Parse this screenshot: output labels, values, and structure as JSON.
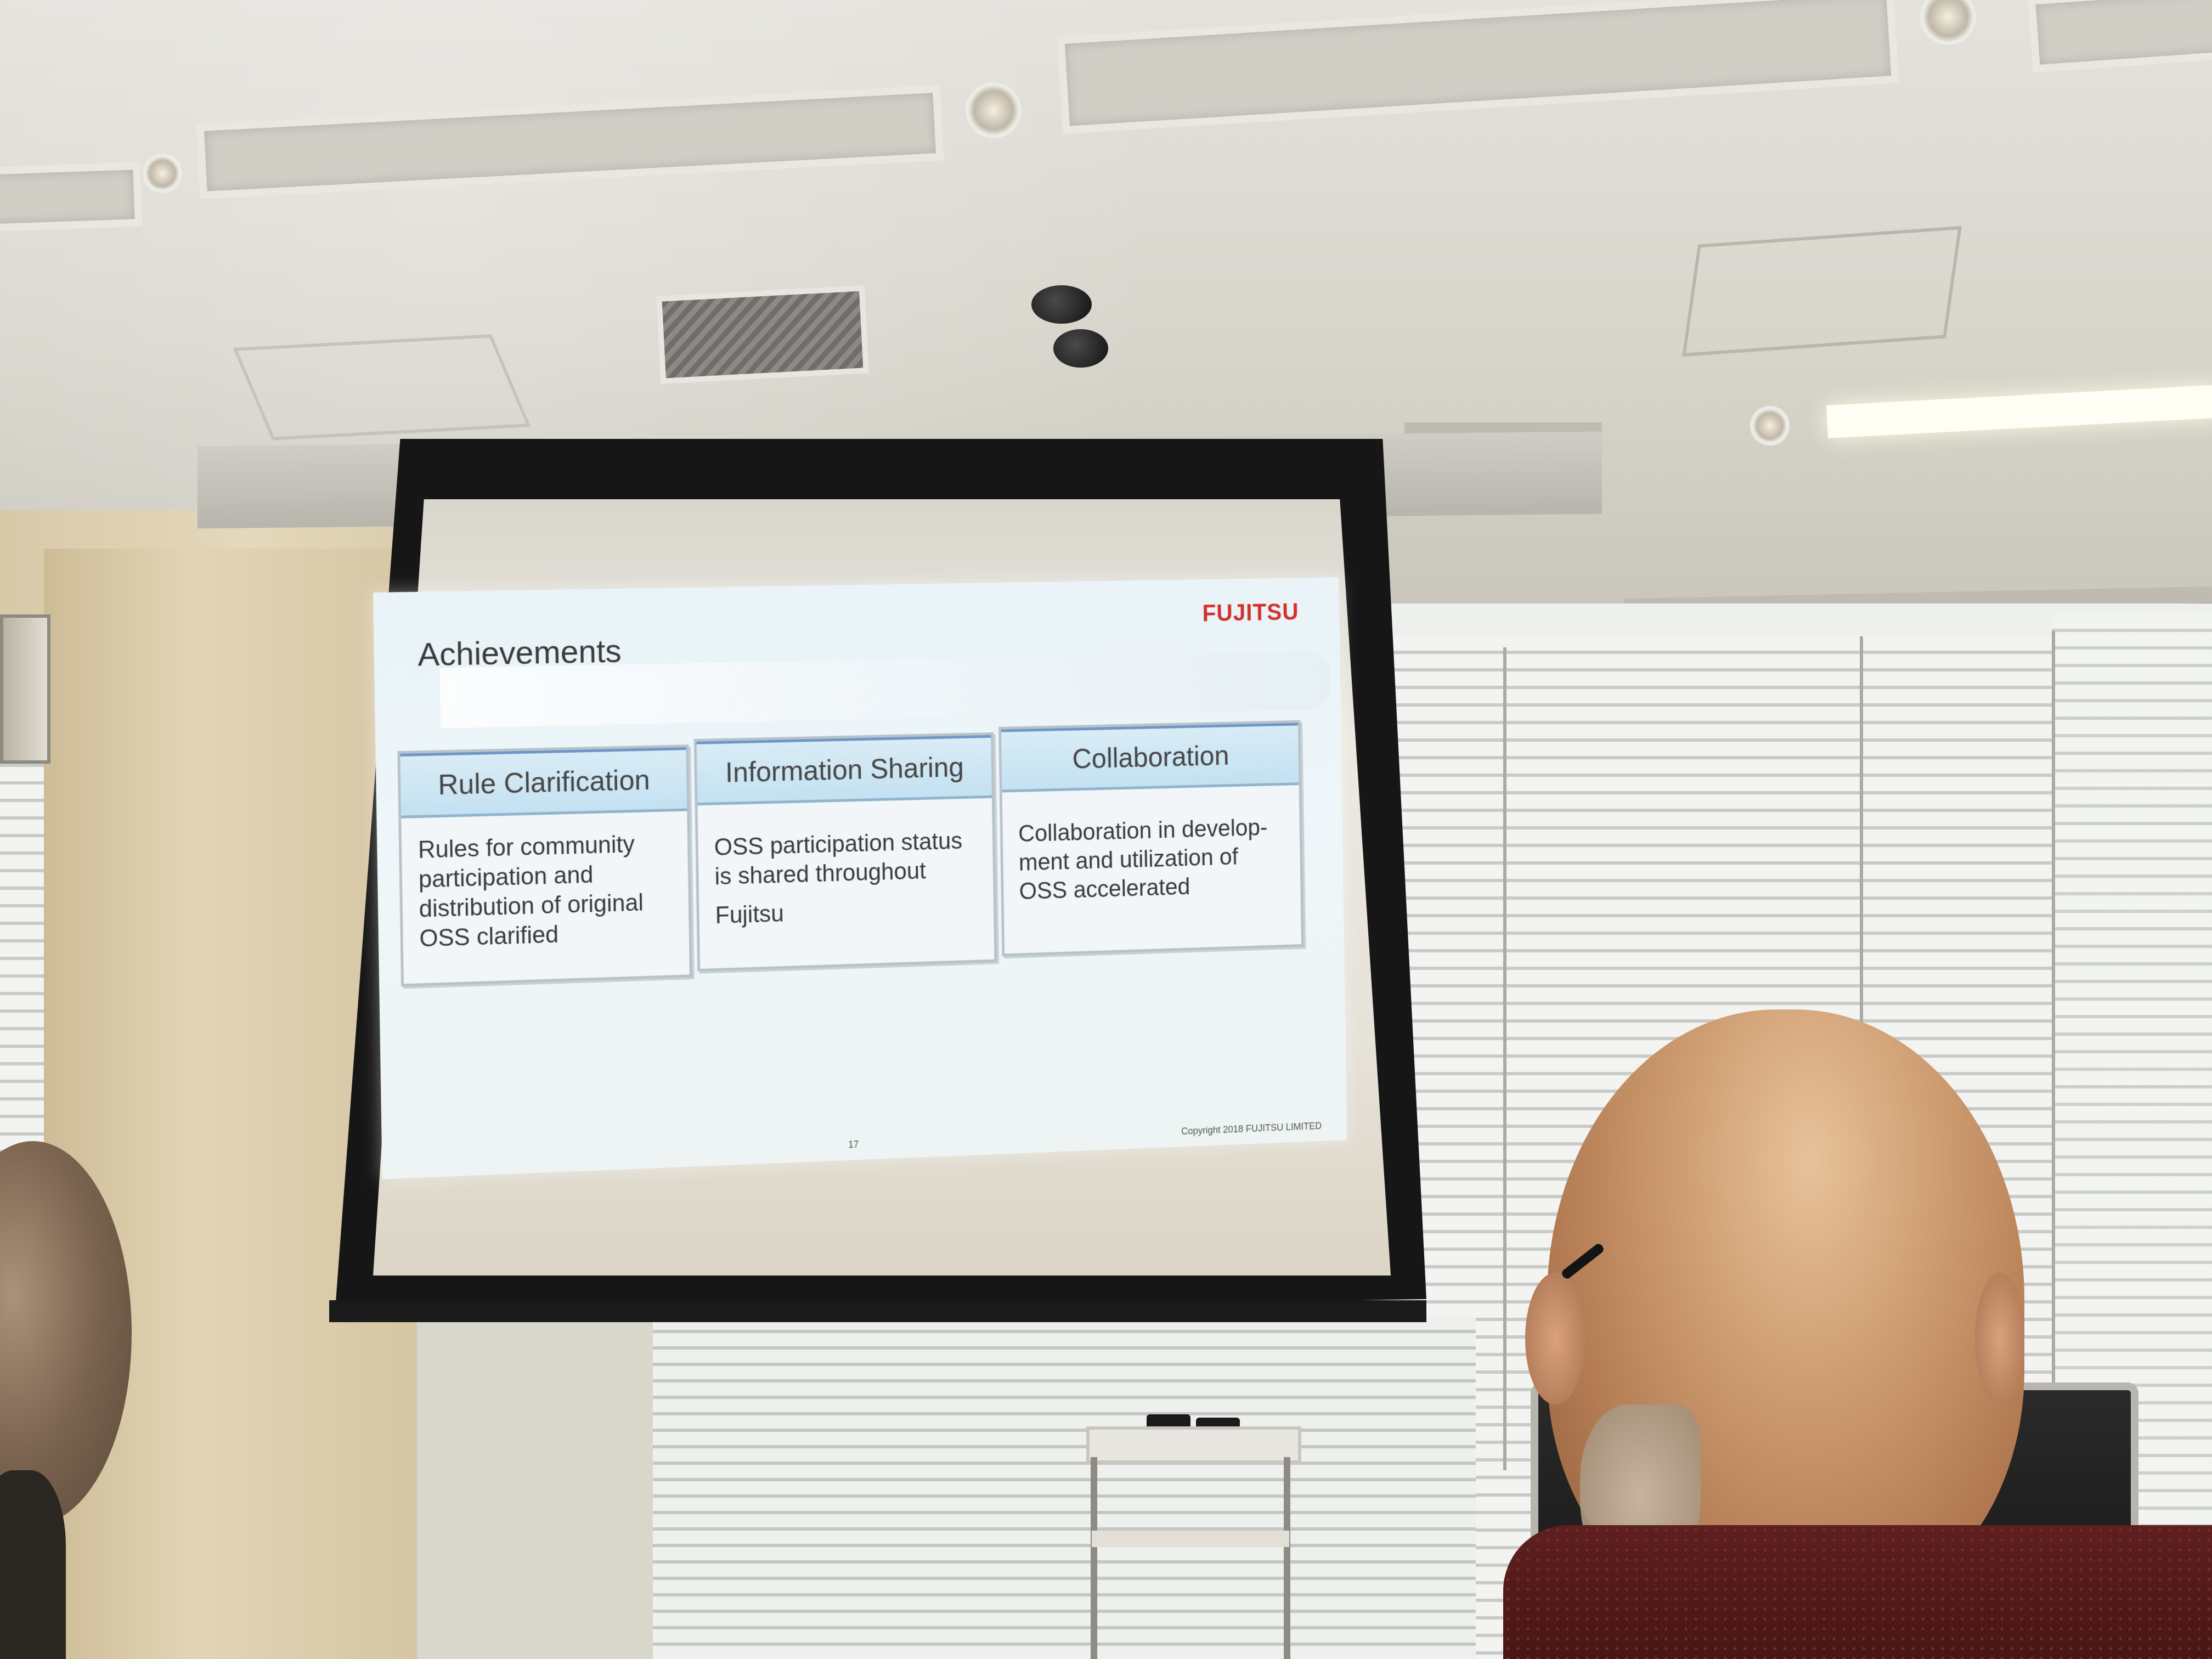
{
  "slide": {
    "title": "Achievements",
    "logo": "FUJITSU",
    "cards": [
      {
        "heading": "Rule Clarification",
        "lines": [
          "Rules for community",
          "participation and",
          "distribution of original",
          "OSS clarified"
        ]
      },
      {
        "heading": "Information Sharing",
        "lines": [
          "OSS participation status",
          "is shared throughout",
          "Fujitsu"
        ]
      },
      {
        "heading": "Collaboration",
        "lines": [
          "Collaboration in develop-",
          "ment and utilization of",
          "OSS accelerated"
        ]
      }
    ],
    "page_number": "17",
    "copyright": "Copyright 2018 FUJITSU LIMITED"
  }
}
